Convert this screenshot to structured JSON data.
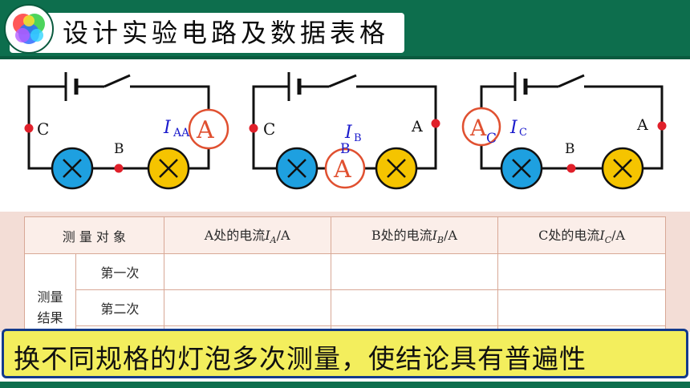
{
  "header": {
    "title": "设计实验电路及数据表格"
  },
  "circuits": [
    {
      "labels": {
        "c": "C",
        "b": "B",
        "current": "I",
        "current_sub": "AA",
        "meter": "A"
      }
    },
    {
      "labels": {
        "c": "C",
        "a": "A",
        "current": "I",
        "current_sub": "B",
        "b": "B",
        "meter": "A"
      }
    },
    {
      "labels": {
        "meter": "A",
        "c": "C",
        "current": "I",
        "current_sub": "C",
        "a": "A",
        "b": "B"
      }
    }
  ],
  "table": {
    "header_object": "测 量 对 象",
    "columns": [
      {
        "prefix": "A处的电流",
        "var": "I",
        "sub": "A",
        "unit": "/A"
      },
      {
        "prefix": "B处的电流",
        "var": "I",
        "sub": "B",
        "unit": "/A"
      },
      {
        "prefix": "C处的电流",
        "var": "I",
        "sub": "C",
        "unit": "/A"
      }
    ],
    "group_label": "测量\n结果",
    "rows": [
      "第一次",
      "第二次",
      ""
    ]
  },
  "banner": {
    "text": "换不同规格的灯泡多次测量，使结论具有普遍性"
  },
  "colors": {
    "header_bg": "#0d6e4d",
    "lamp_blue": "#1ea0e0",
    "lamp_yellow": "#f5c400",
    "meter_red": "#e05030",
    "dot_red": "#e0202a",
    "label_blue": "#1a1acc",
    "banner_bg": "#f3ee5d",
    "banner_border": "#133a8c"
  }
}
